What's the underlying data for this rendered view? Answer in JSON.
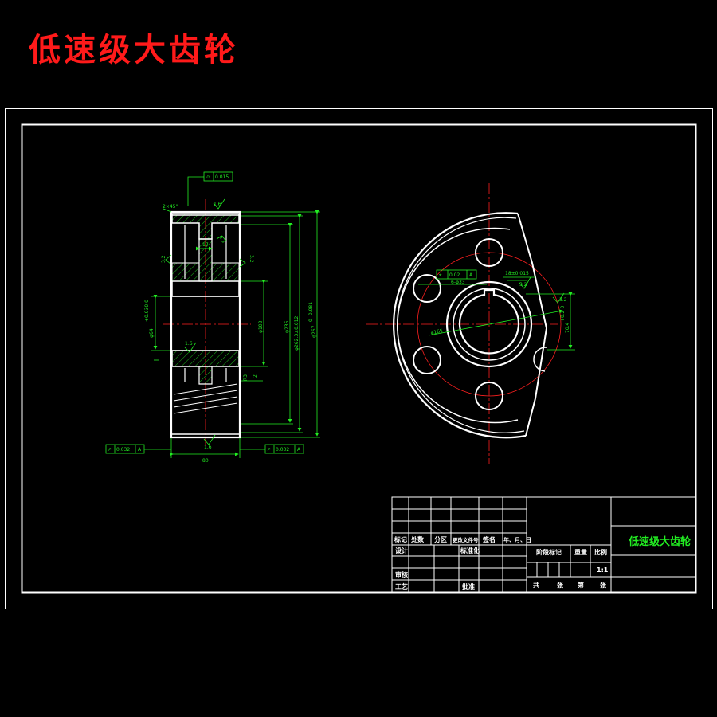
{
  "title": "低速级大齿轮",
  "colors": {
    "background": "#000000",
    "outline": "#ffffff",
    "dimension": "#22ee22",
    "centerline": "#ff2020",
    "title": "#ff1a1a"
  },
  "side_view": {
    "flatness_tol": "0.015",
    "chamfer": "2×45°",
    "rough_top": "1.6",
    "rough_left": "3.2",
    "rough_right": "3.2",
    "rough_web": "6.3",
    "rough_hub": "1.6",
    "rough_bottom": "1.6",
    "dim_17": "17",
    "dim_hub_bore": "φ64",
    "dim_hub_bore_sub": "+0.030 0",
    "dim_102": "φ102",
    "dim_235": "φ235",
    "dim_pitch": "φ262.3±0.012",
    "dim_outer": "φ267",
    "dim_outer_sub": "0 -0.081",
    "dim_r": "R3",
    "dim_2": "2",
    "width": "80",
    "runout_left": "0.032",
    "runout_left_ref": "A",
    "runout_right": "0.032",
    "runout_right_ref": "A"
  },
  "front_view": {
    "position_tol": "0.02",
    "position_ref": "A",
    "holes": "6-φ33",
    "hole_circle": "φ165",
    "keyway_width": "18±0.015",
    "keyway_rough": "3.2",
    "keyway_depth": "70.4",
    "keyway_depth_sub": "+0.2 0",
    "side_rough": "3.2"
  },
  "title_block": {
    "row_labels": [
      "标记",
      "处数",
      "分区",
      "更改文件号",
      "签名",
      "年、月、日"
    ],
    "design": "设计",
    "standardize": "标准化",
    "review": "审核",
    "process": "工艺",
    "approve": "批准",
    "stage_mark": "阶段标记",
    "weight": "重量",
    "scale": "比例",
    "scale_value": "1:1",
    "total": "共",
    "sheets": "张",
    "sheet_no": "第",
    "sheet_unit": "张",
    "drawing_name": "低速级大齿轮"
  }
}
